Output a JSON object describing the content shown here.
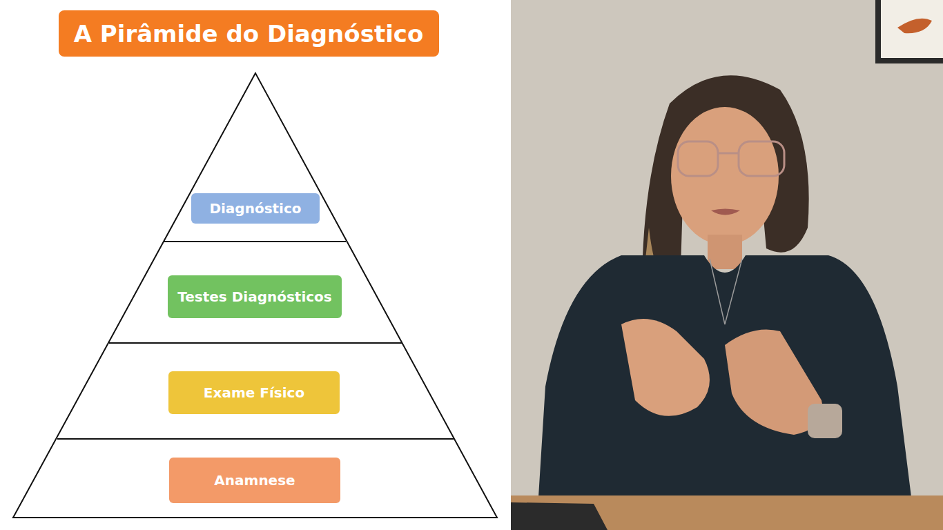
{
  "diagram": {
    "title": "A Pirâmide do Diagnóstico",
    "nodes": [
      {
        "text": [
          "Diagnóstico"
        ]
      },
      {
        "text": [
          "Testes Diagnósticos"
        ]
      },
      {
        "text": [
          "Exame Físico"
        ]
      },
      {
        "text": [
          "Anamnese"
        ]
      }
    ]
  }
}
